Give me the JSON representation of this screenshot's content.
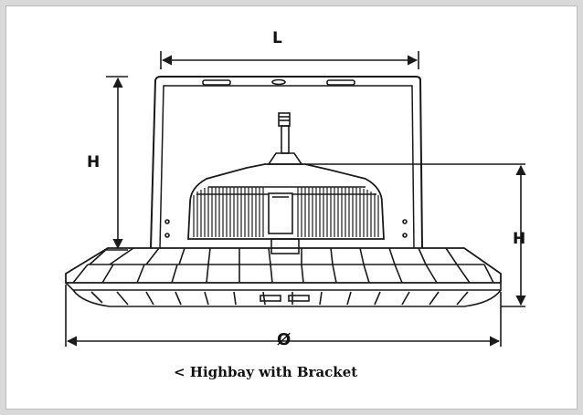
{
  "labels": {
    "bracket_width": "L",
    "overall_height": "H",
    "lamp_height": "H",
    "diameter": "Ø"
  },
  "caption": "< Highbay with Bracket",
  "colors": {
    "line": "#1a1a1a",
    "background": "#ffffff",
    "border": "#d9d9d9"
  }
}
